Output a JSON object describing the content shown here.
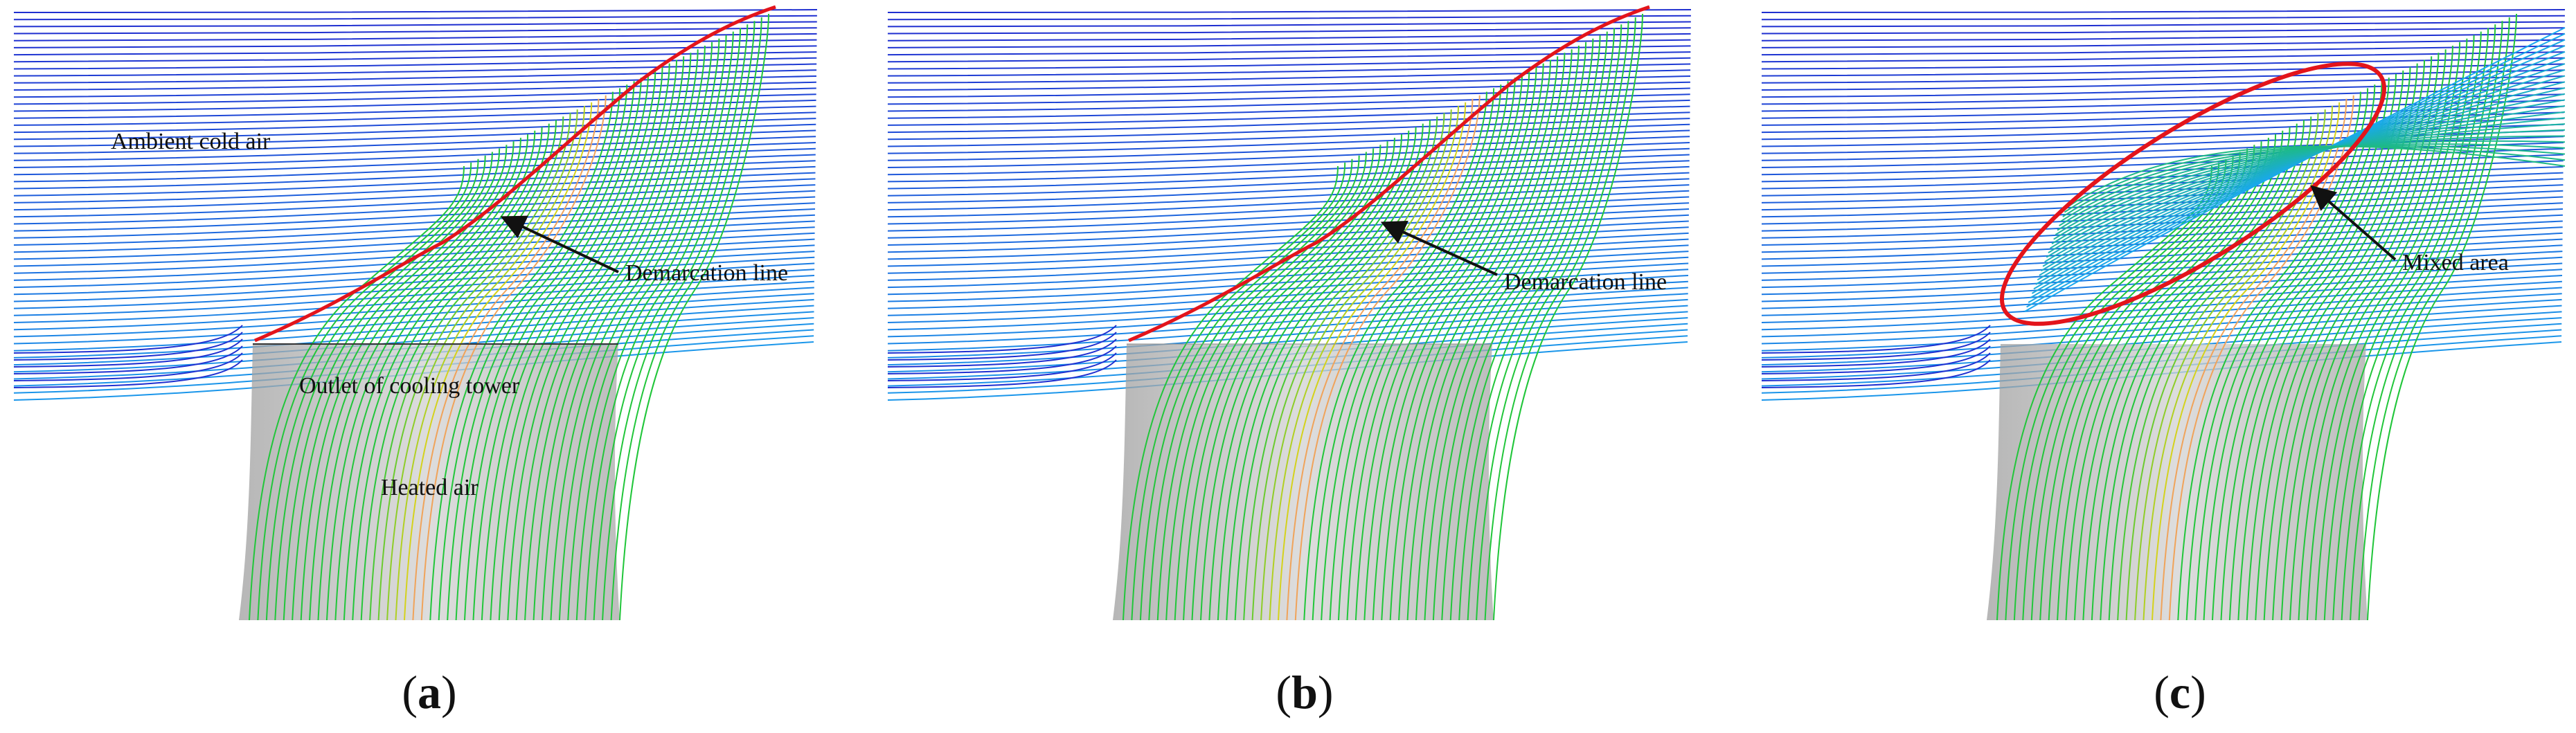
{
  "figure": {
    "panels": [
      {
        "id": "a",
        "caption_letter": "a",
        "labels": {
          "ambient": "Ambient cold air",
          "demarcation": "Demarcation line",
          "outlet": "Outlet of cooling tower",
          "heated": "Heated air"
        }
      },
      {
        "id": "b",
        "caption_letter": "b",
        "labels": {
          "demarcation": "Demarcation line"
        }
      },
      {
        "id": "c",
        "caption_letter": "c",
        "labels": {
          "mixed": "Mixed area"
        }
      }
    ],
    "colors": {
      "ambient_streamline": "#1f2fd0",
      "ambient_streamline_fast": "#19a8ee",
      "plume_streamline": "#21c63a",
      "plume_streamline_core": "#d6d21c",
      "plume_streamline_hot": "#f0a35a",
      "demarcation_line": "#e3141b",
      "tower_fill": "#bdbdbd",
      "annotation_arrow": "#111111"
    }
  }
}
